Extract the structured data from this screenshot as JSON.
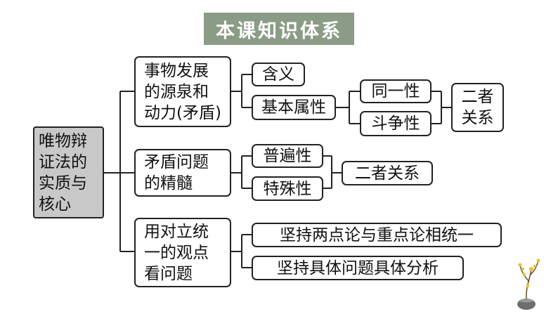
{
  "title": "本课知识体系",
  "root": "唯物辩\n证法的\n实质与\n核心",
  "branches": [
    {
      "label": "事物发展\n的源泉和\n动力(矛盾)",
      "children": [
        "含义",
        "基本属性"
      ],
      "properties": [
        "同一性",
        "斗争性"
      ],
      "relation": "二者\n关系"
    },
    {
      "label": "矛盾问题\n的精髓",
      "children": [
        "普遍性",
        "特殊性"
      ],
      "relation": "二者关系"
    },
    {
      "label": "用对立统\n一的观点\n看问题",
      "children": [
        "坚持两点论与重点论相统一",
        "坚持具体问题具体分析"
      ]
    }
  ],
  "decor_icon": "plum-blossom-vase-icon"
}
